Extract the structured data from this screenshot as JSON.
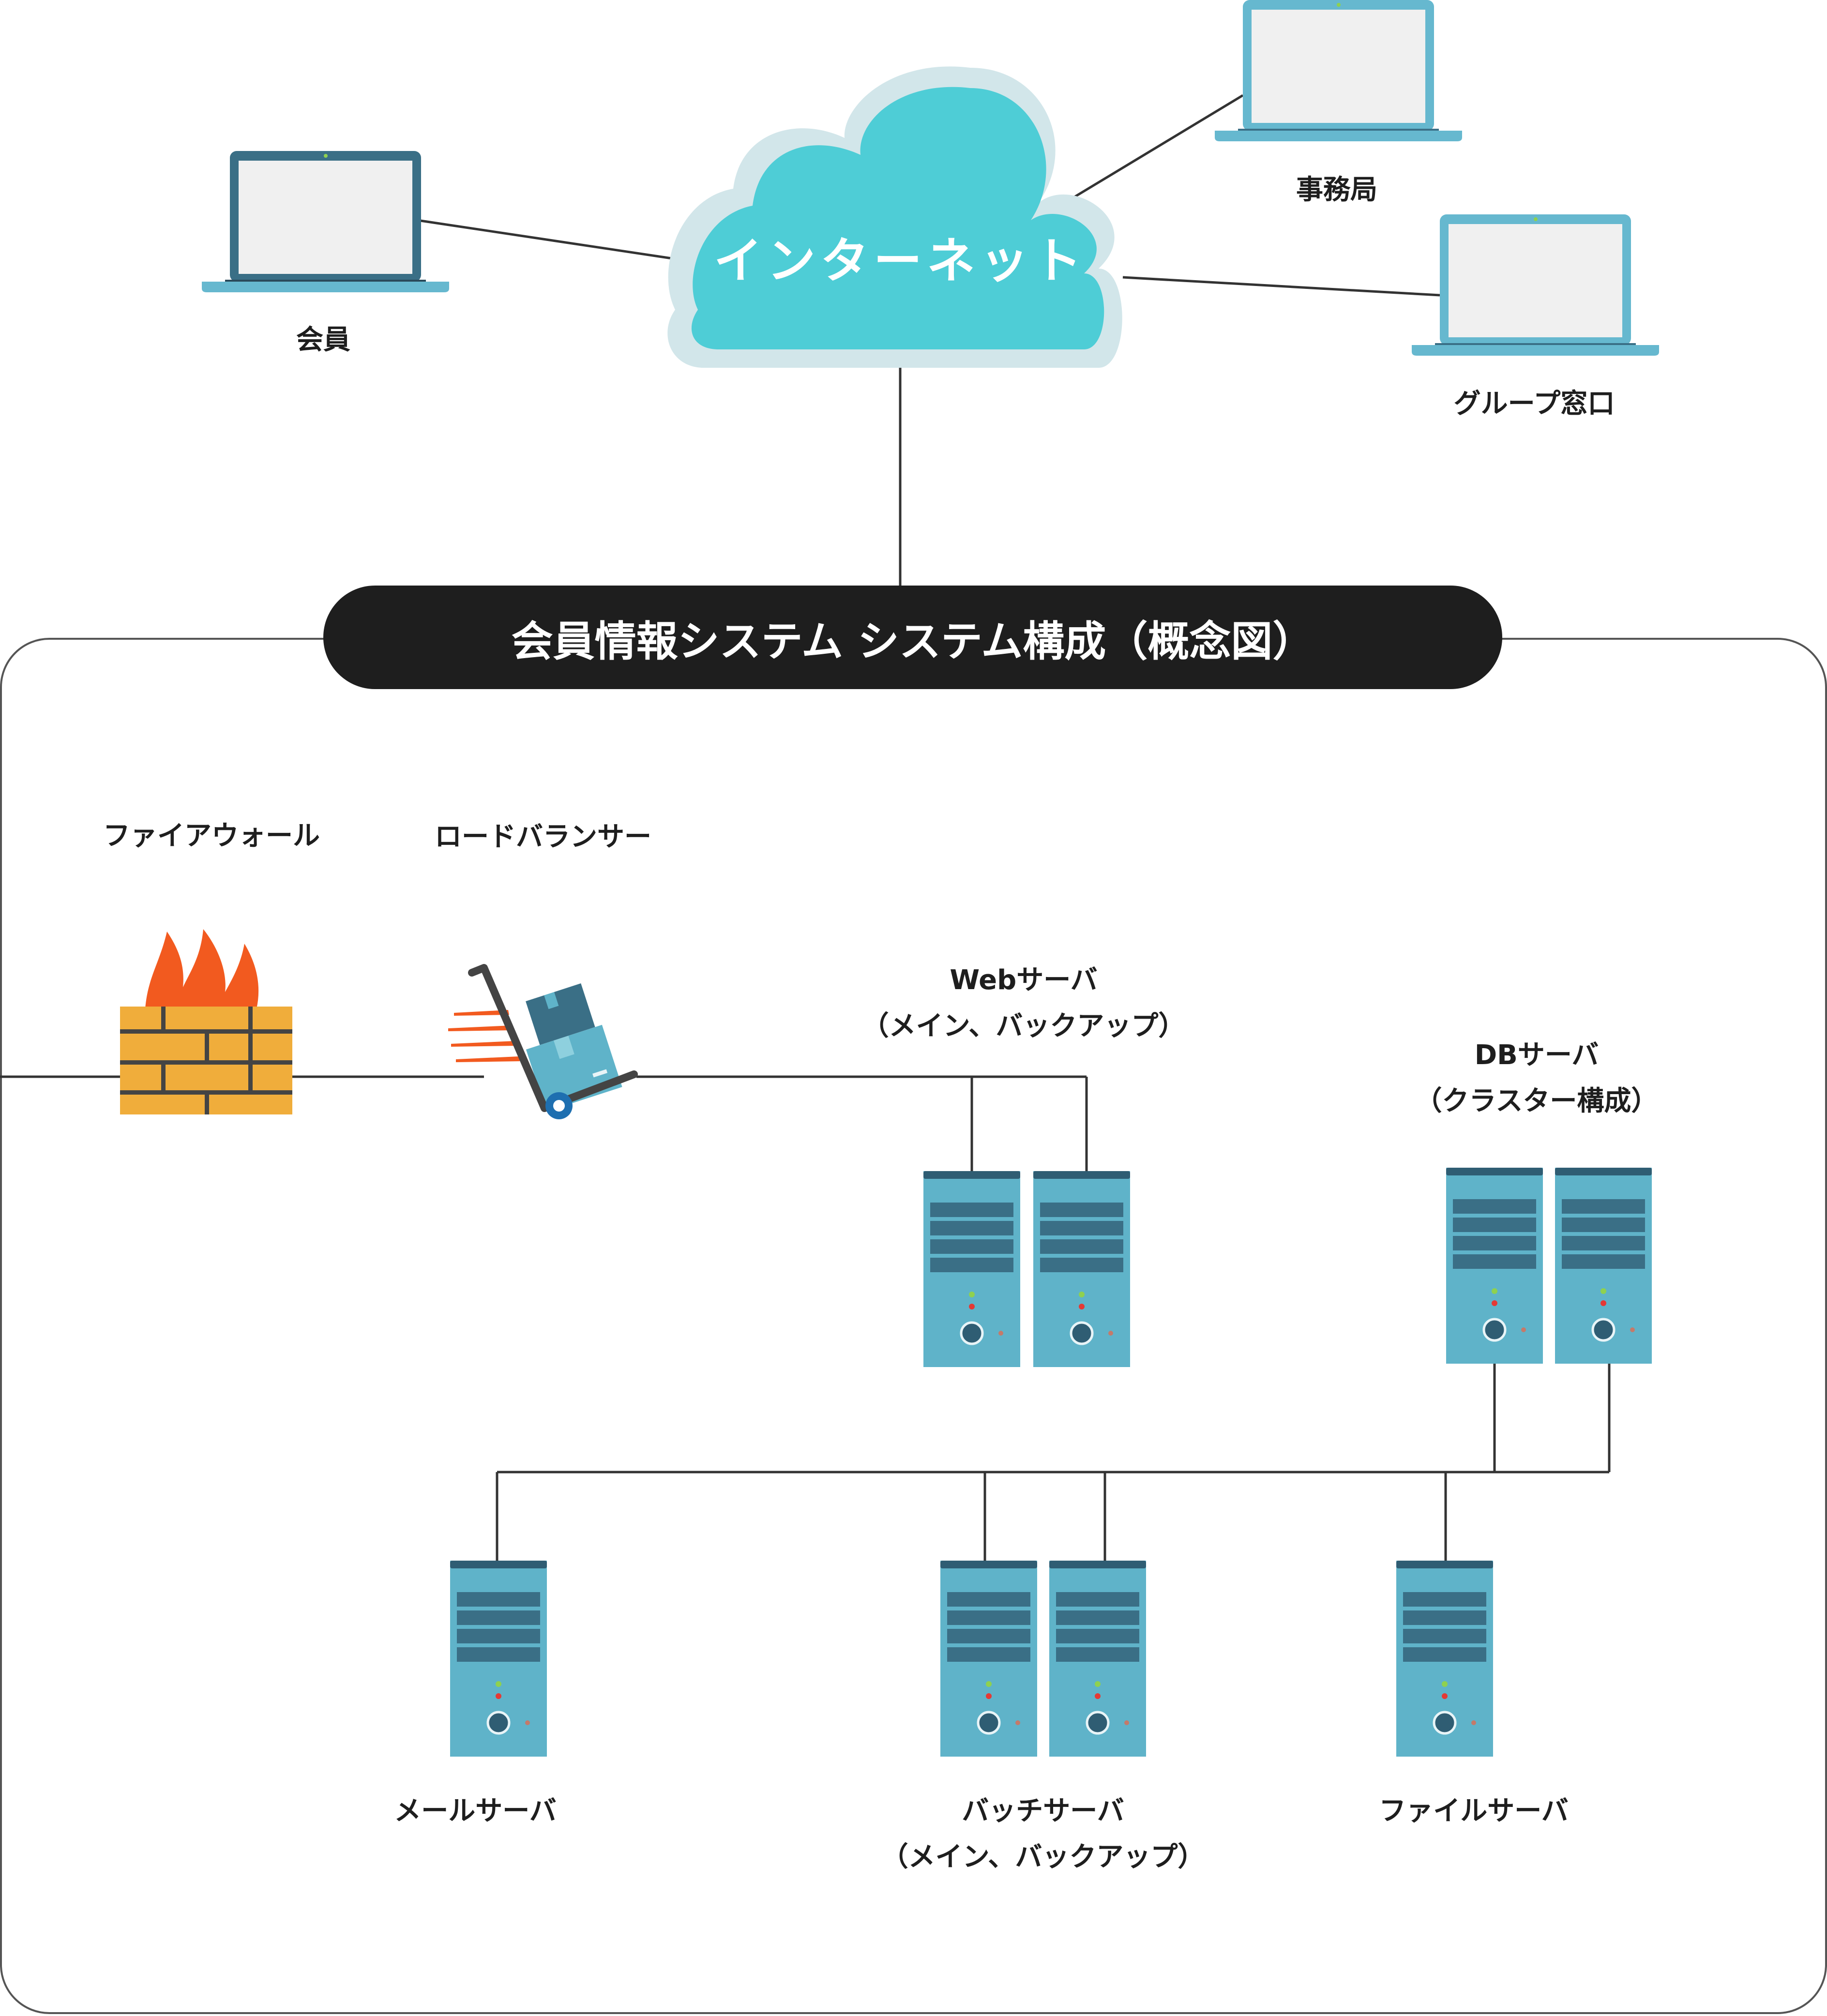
{
  "diagram": {
    "title": "会員情報システム システム構成（概念図）",
    "internet": {
      "label": "インターネット"
    },
    "clients": {
      "member": "会員",
      "secretariat": "事務局",
      "group_contact": "グループ窓口"
    },
    "network": {
      "firewall": "ファイアウォール",
      "load_balancer": "ロードバランサー"
    },
    "servers": {
      "web": {
        "line1": "Webサーバ",
        "line2": "（メイン、バックアップ）"
      },
      "db": {
        "line1": "DBサーバ",
        "line2": "（クラスター構成）"
      },
      "mail": {
        "line1": "メールサーバ"
      },
      "batch": {
        "line1": "バッチサーバ",
        "line2": "（メイン、バックアップ）"
      },
      "file": {
        "line1": "ファイルサーバ"
      }
    }
  },
  "colors": {
    "cloud": "#4ecdd6",
    "cloud_halo": "#d2e6ea",
    "laptop_dark": "#3a6f86",
    "laptop_light": "#66b8cf",
    "server_body": "#5fb3c9",
    "server_panel": "#3a6f86",
    "brick": "#f0ad3b",
    "flame": "#f25a1f",
    "title_bg": "#1e1e1e",
    "frame": "#555555",
    "line": "#333333"
  }
}
